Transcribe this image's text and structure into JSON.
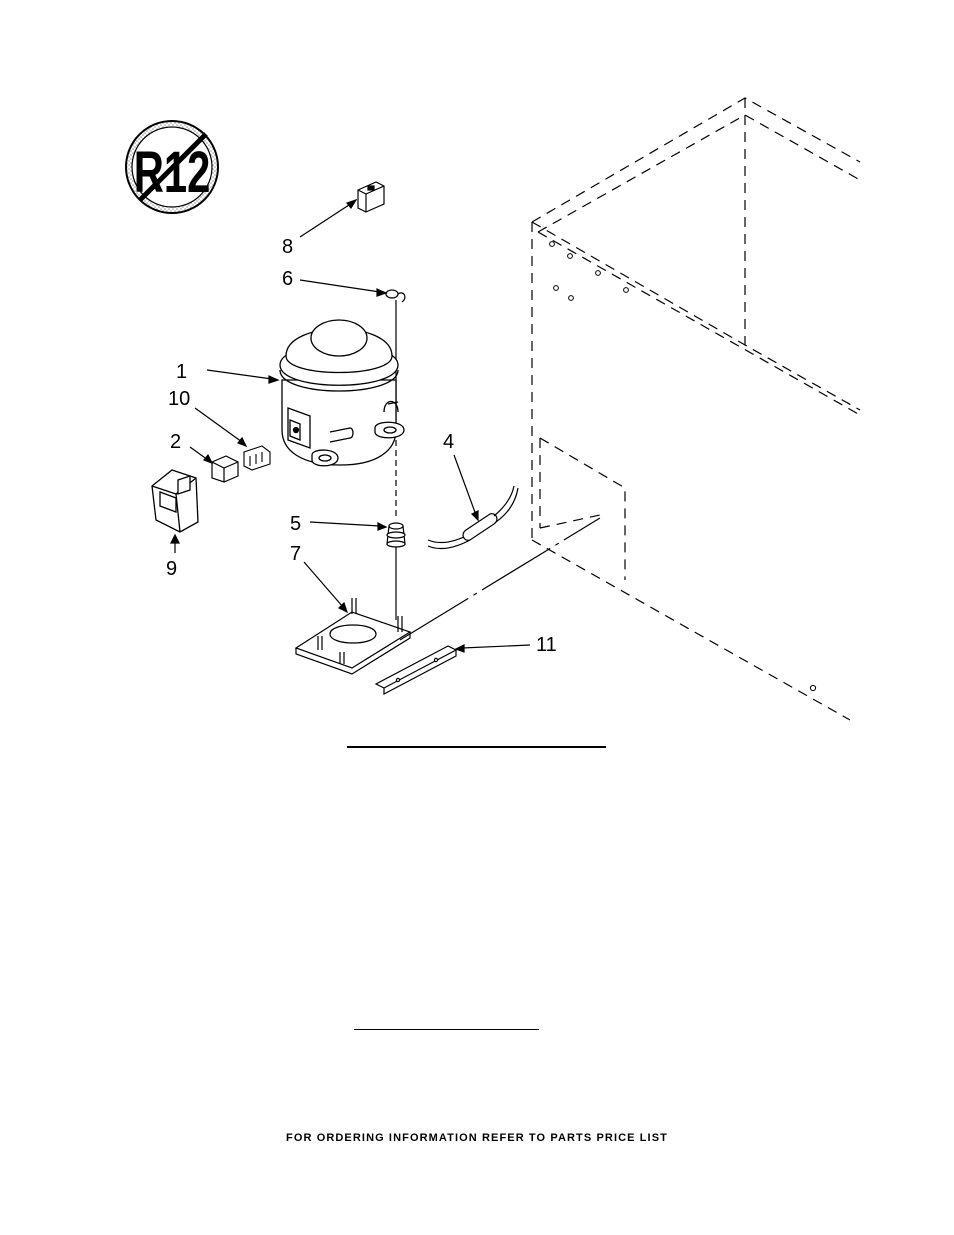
{
  "symbol": {
    "text": "R12",
    "meaning": "no-R12-refrigerant"
  },
  "callouts": [
    "1",
    "2",
    "4",
    "5",
    "6",
    "7",
    "8",
    "9",
    "10",
    "11"
  ],
  "footer": {
    "text": "FOR ORDERING INFORMATION REFER TO PARTS PRICE LIST"
  },
  "colors": {
    "ink": "#000000",
    "paper": "#ffffff",
    "stipple": "#9a9a9a"
  }
}
